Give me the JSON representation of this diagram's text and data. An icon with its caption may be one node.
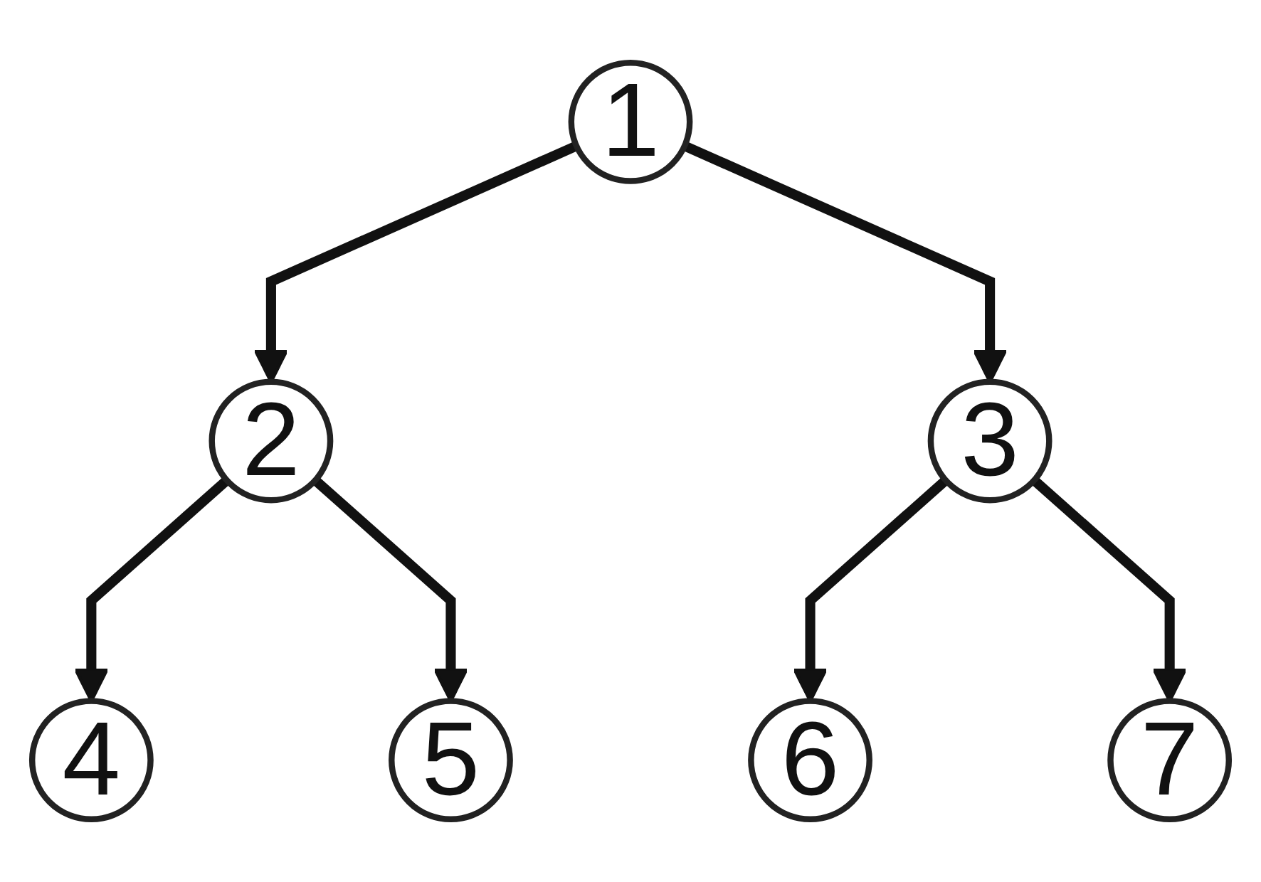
{
  "diagram": {
    "nodes": [
      {
        "text": [
          "1"
        ]
      },
      {
        "text": [
          "2"
        ]
      },
      {
        "text": [
          "3"
        ]
      },
      {
        "text": [
          "4"
        ]
      },
      {
        "text": [
          "5"
        ]
      },
      {
        "text": [
          "6"
        ]
      },
      {
        "text": [
          "7"
        ]
      }
    ],
    "edges": [
      {
        "from": 0,
        "to": 1,
        "arrow": "to"
      },
      {
        "from": 0,
        "to": 2,
        "arrow": "to"
      },
      {
        "from": 1,
        "to": 3,
        "arrow": "to"
      },
      {
        "from": 1,
        "to": 4,
        "arrow": "to"
      },
      {
        "from": 2,
        "to": 5,
        "arrow": "to"
      },
      {
        "from": 2,
        "to": 6,
        "arrow": "to"
      }
    ]
  }
}
